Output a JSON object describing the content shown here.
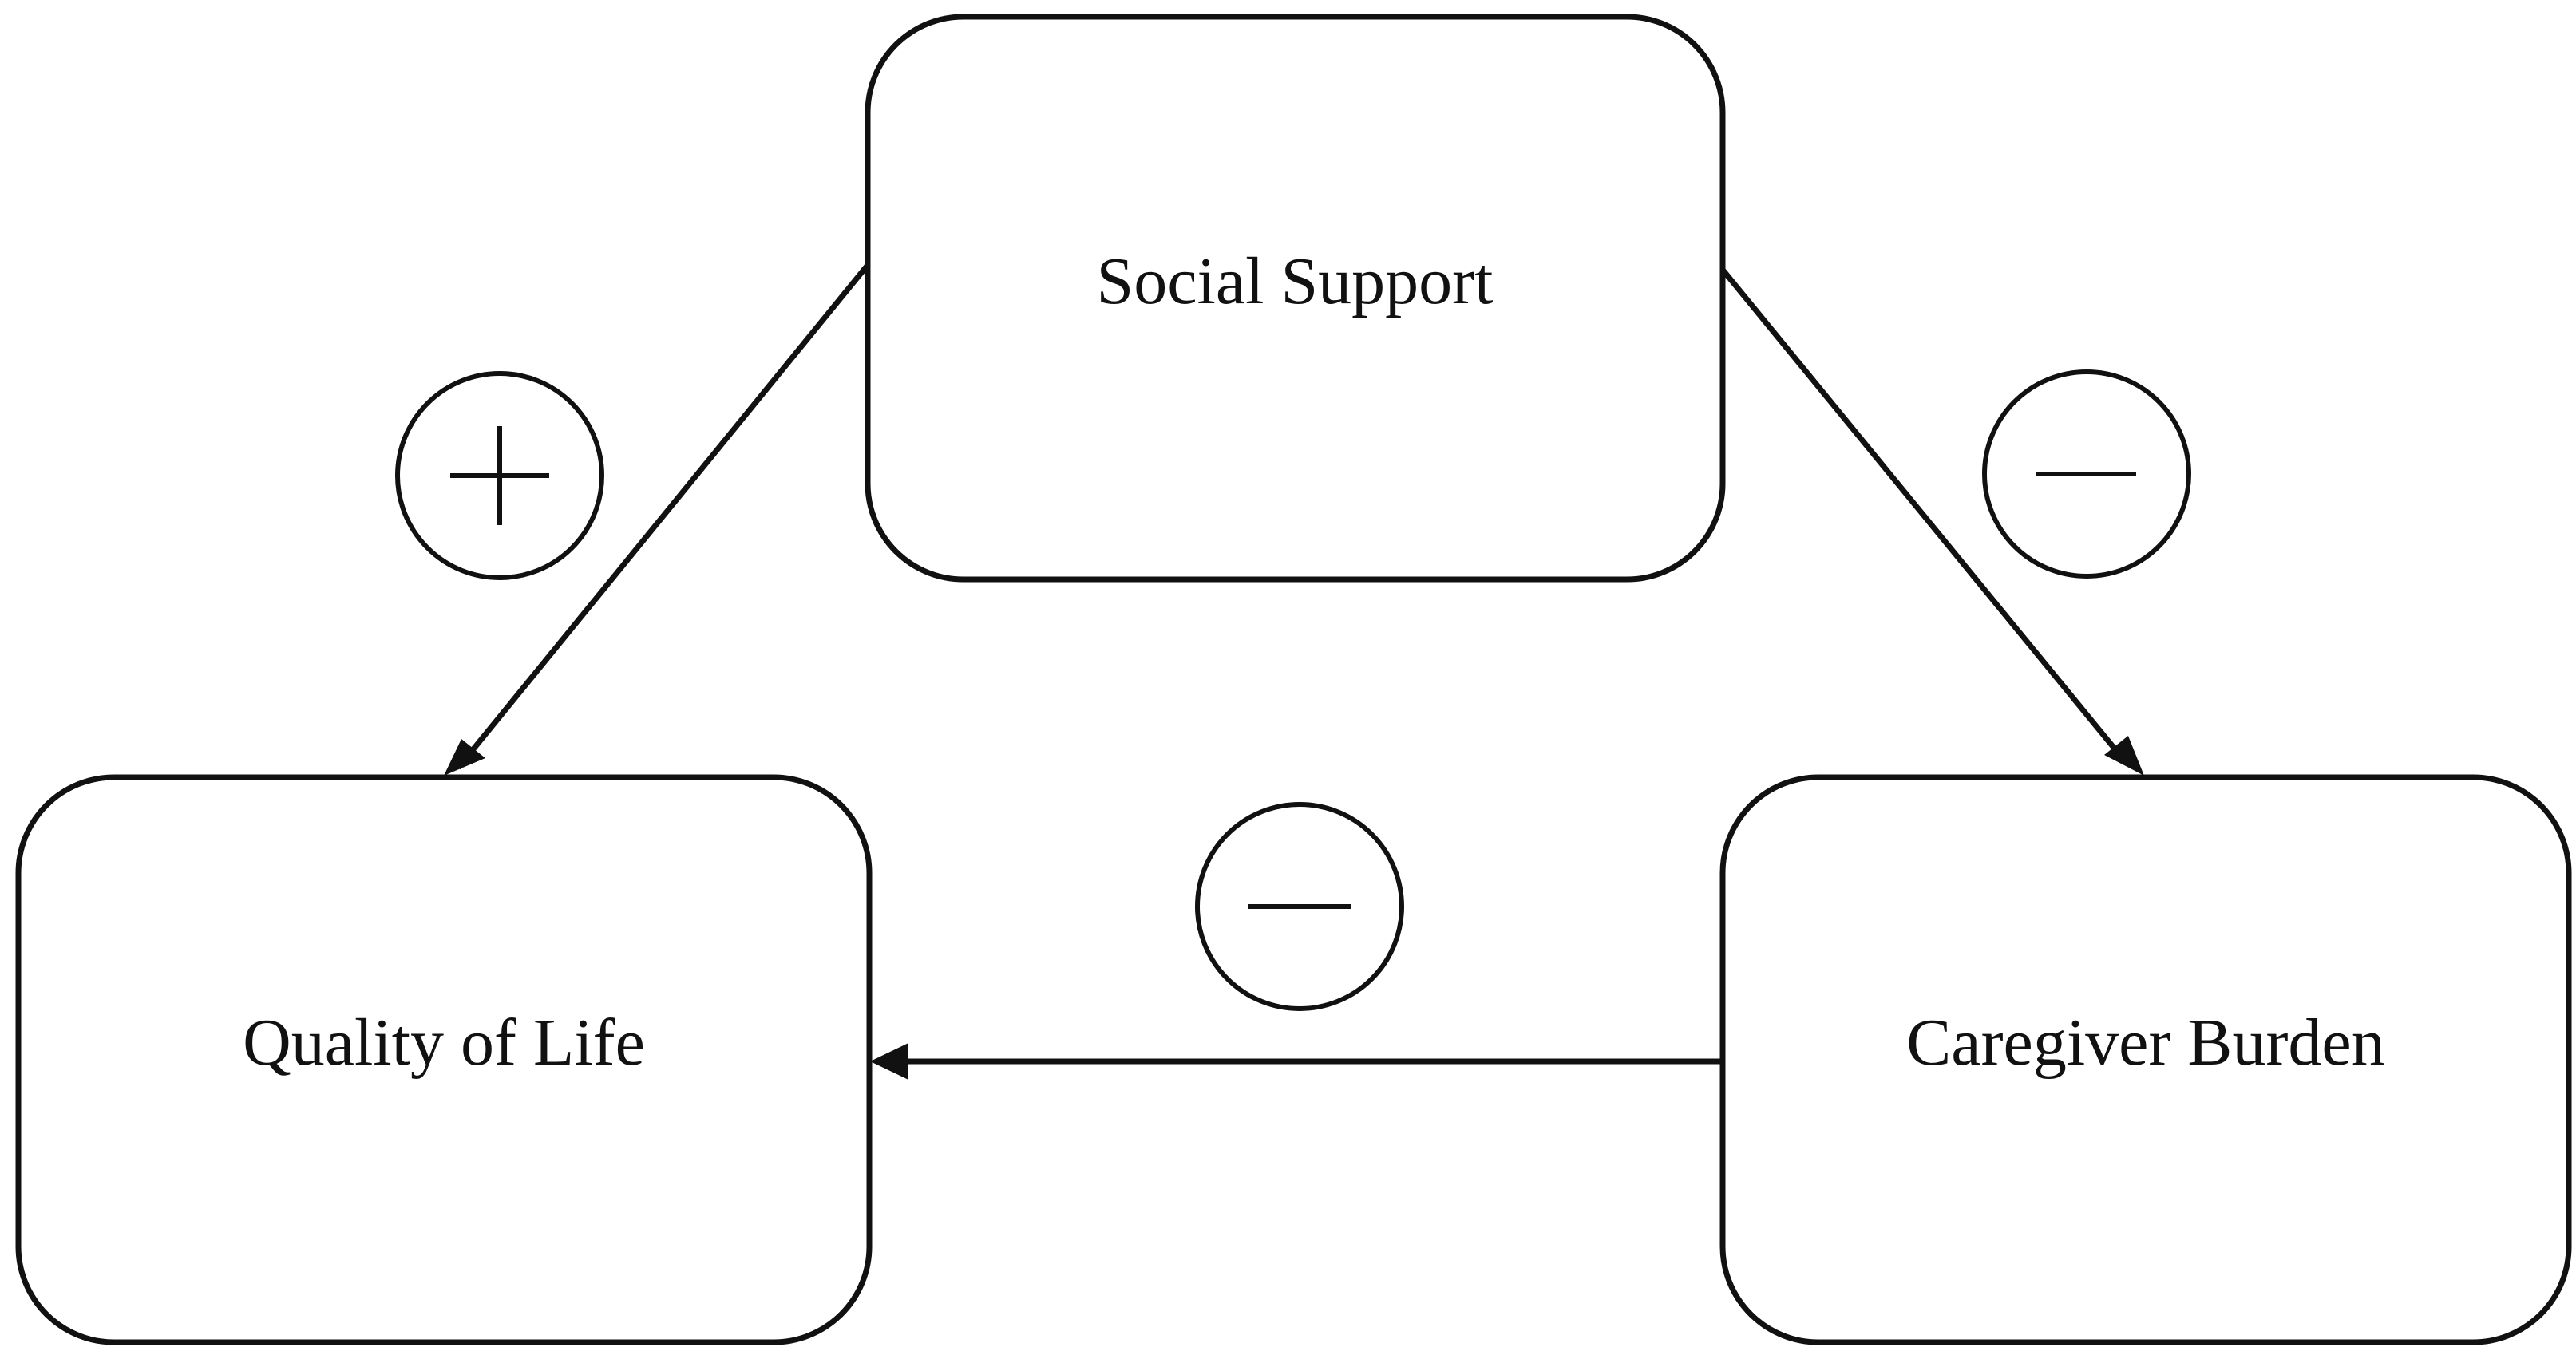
{
  "nodes": {
    "social_support": {
      "label": "Social Support"
    },
    "quality_of_life": {
      "label": "Quality of Life"
    },
    "caregiver_burden": {
      "label": "Caregiver Burden"
    }
  },
  "edges": [
    {
      "from": "social_support",
      "to": "quality_of_life",
      "sign": "+"
    },
    {
      "from": "social_support",
      "to": "caregiver_burden",
      "sign": "−"
    },
    {
      "from": "caregiver_burden",
      "to": "quality_of_life",
      "sign": "−"
    }
  ],
  "colors": {
    "stroke": "#111111",
    "background": "#ffffff"
  }
}
